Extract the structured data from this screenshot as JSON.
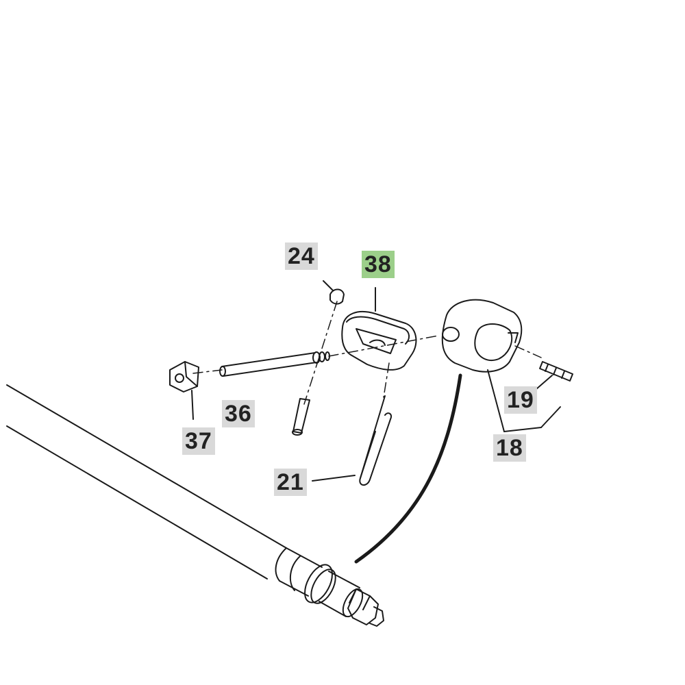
{
  "diagram": {
    "highlighted_part": "38",
    "colors": {
      "line": "#1a1a1a",
      "label_bg": "#d9d9d9",
      "highlight_bg": "#9ccf8a",
      "background": "#ffffff"
    },
    "callouts": [
      {
        "id": "24",
        "text": "24"
      },
      {
        "id": "38",
        "text": "38"
      },
      {
        "id": "37",
        "text": "37"
      },
      {
        "id": "36",
        "text": "36"
      },
      {
        "id": "21",
        "text": "21"
      },
      {
        "id": "19",
        "text": "19"
      },
      {
        "id": "18",
        "text": "18"
      }
    ]
  }
}
